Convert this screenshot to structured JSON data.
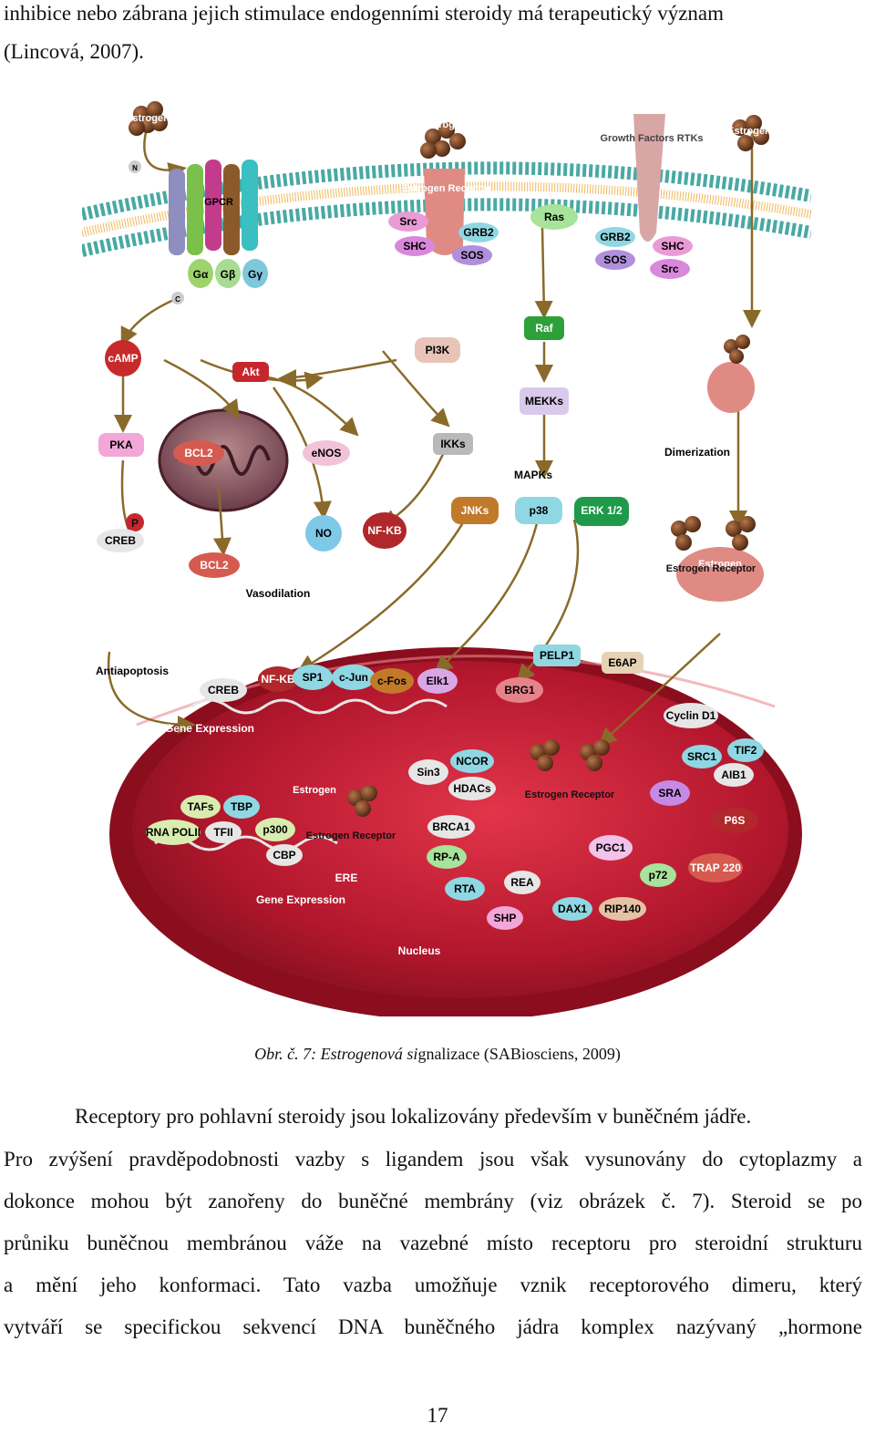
{
  "top_text": {
    "line1": "inhibice nebo zábrana jejich stimulace endogenními steroidy má terapeutický význam",
    "line2": "(Lincová, 2007)."
  },
  "figure": {
    "labels": {
      "estrogen": "Estrogen",
      "n": "N",
      "c": "C",
      "gpcr": "GPCR",
      "g_alpha": "Gα",
      "g_beta": "Gβ",
      "g_gamma": "Gγ",
      "estrogen_receptor_membrane": "Estrogen Receptor",
      "growth_factors_rtks": "Growth Factors RTKs",
      "src": "Src",
      "shc": "SHC",
      "grb2": "GRB2",
      "sos": "SOS",
      "ras": "Ras",
      "camp": "cAMP",
      "akt": "Akt",
      "pi3k": "PI3K",
      "raf": "Raf",
      "mekks": "MEKKs",
      "pka": "PKA",
      "bcl2": "BCL2",
      "enos": "eNOS",
      "ikks": "IKKs",
      "mapks": "MAPKs",
      "dimerization": "Dimerization",
      "p": "P",
      "creb": "CREB",
      "no": "NO",
      "nfkb": "NF-KB",
      "jnks": "JNKs",
      "p38": "p38",
      "erk12": "ERK 1/2",
      "vasodilation": "Vasodilation",
      "antiapoptosis": "Antiapoptosis",
      "sp1": "SP1",
      "cjun": "c-Jun",
      "cfos": "c-Fos",
      "elk1": "Elk1",
      "pelp1": "PELP1",
      "e6ap": "E6AP",
      "brg1": "BRG1",
      "cyclind1": "Cyclin D1",
      "gene_expression": "Gene Expression",
      "sin3": "Sin3",
      "ncor": "NCOR",
      "hdacs": "HDACs",
      "src1": "SRC1",
      "tif2": "TIF2",
      "aib1": "AIB1",
      "sra": "SRA",
      "p68": "P6S",
      "tafs": "TAFs",
      "tbp": "TBP",
      "rna_polii": "RNA POLII",
      "tfii": "TFII",
      "p300": "p300",
      "cbp": "CBP",
      "brca1": "BRCA1",
      "rpa": "RP-A",
      "rta": "RTA",
      "rea": "REA",
      "shp": "SHP",
      "pgc1": "PGC1",
      "p72": "p72",
      "trap220": "TRAP 220",
      "dax1": "DAX1",
      "rip140": "RIP140",
      "ere": "ERE",
      "nucleus": "Nucleus"
    }
  },
  "caption": {
    "obr": "Obr. č. 7:",
    "title_italic": "Estrogenová si",
    "title_rest": "gnalizace (SABiosciens, 2009)"
  },
  "body": {
    "l1": "Receptory pro pohlavní steroidy jsou lokalizovány především v buněčném jádře.",
    "l2": "Pro zvýšení pravděpodobnosti vazby s ligandem jsou však vysunovány do cytoplazmy a",
    "l3": "dokonce mohou být zanořeny do buněčné membrány (viz obrázek č. 7). Steroid se po",
    "l4": "průniku buněčnou membránou váže na vazebné místo receptoru pro steroidní strukturu",
    "l5": "a mění jeho konformaci. Tato vazba umožňuje vznik receptorového dimeru, který",
    "l6": "vytváří se specifickou sekvencí DNA buněčného jádra komplex nazývaný „hormone"
  },
  "page_number": "17"
}
